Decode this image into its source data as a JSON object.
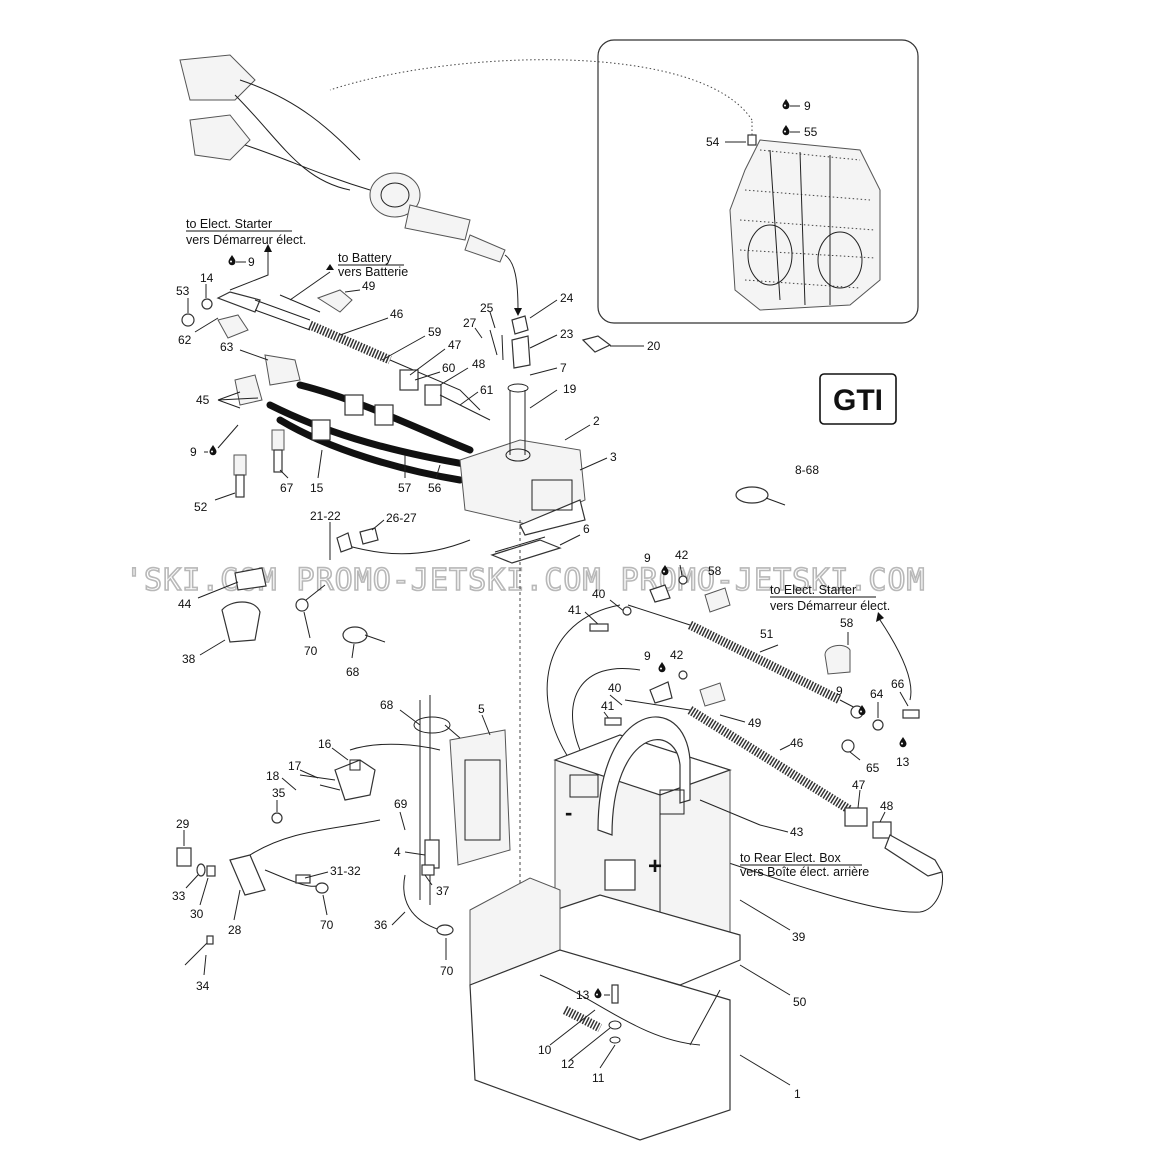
{
  "model_badge": "GTI",
  "watermark": "'SKI.COM PROMO-JETSKI.COM PROMO-JETSKI.COM",
  "notes": {
    "starter_top_en": "to Elect. Starter",
    "starter_top_fr": "vers Démarreur élect.",
    "battery_en": "to Battery",
    "battery_fr": "vers Batterie",
    "starter_right_en": "to Elect. Starter",
    "starter_right_fr": "vers Démarreur élect.",
    "rear_box_en": "to Rear Elect. Box",
    "rear_box_fr": "vers Boîte élect. arrière"
  },
  "callouts": {
    "c9_engine": "9",
    "c55": "55",
    "c54": "54",
    "c9_topleft": "9",
    "c14": "14",
    "c53": "53",
    "c62": "62",
    "c49_top": "49",
    "c46_top": "46",
    "c59": "59",
    "c47_top": "47",
    "c60": "60",
    "c48_top": "48",
    "c61": "61",
    "c63": "63",
    "c45": "45",
    "c9_left": "9",
    "c52": "52",
    "c67": "67",
    "c15": "15",
    "c57": "57",
    "c56": "56",
    "c25": "25",
    "c27": "27",
    "c24": "24",
    "c23": "23",
    "c20": "20",
    "c7": "7",
    "c19": "19",
    "c2": "2",
    "c3": "3",
    "c8_68": "8-68",
    "c21_22": "21-22",
    "c26_27": "26-27",
    "c6": "6",
    "c44": "44",
    "c38": "38",
    "c70_a": "70",
    "c68_a": "68",
    "c9_mid": "9",
    "c42_mid": "42",
    "c58_mid": "58",
    "c40_a": "40",
    "c41_a": "41",
    "c51": "51",
    "c58_r": "58",
    "c9_r2": "9",
    "c42_r2": "42",
    "c40_b": "40",
    "c41_b": "41",
    "c49_r": "49",
    "c9_r3": "9",
    "c64": "64",
    "c66": "66",
    "c46_r": "46",
    "c65": "65",
    "c13_r": "13",
    "c47_r": "47",
    "c48_r": "48",
    "c43": "43",
    "c68_b": "68",
    "c5": "5",
    "c16": "16",
    "c17": "17",
    "c18": "18",
    "c69": "69",
    "c35": "35",
    "c29": "29",
    "c4": "4",
    "c33": "33",
    "c30": "30",
    "c31_32": "31-32",
    "c37": "37",
    "c28": "28",
    "c70_b": "70",
    "c36": "36",
    "c34": "34",
    "c70_c": "70",
    "c39": "39",
    "c50": "50",
    "c13_b": "13",
    "c10": "10",
    "c12": "12",
    "c11": "11",
    "c1": "1"
  },
  "icons": {
    "drop": "sealant-drop-icon"
  }
}
